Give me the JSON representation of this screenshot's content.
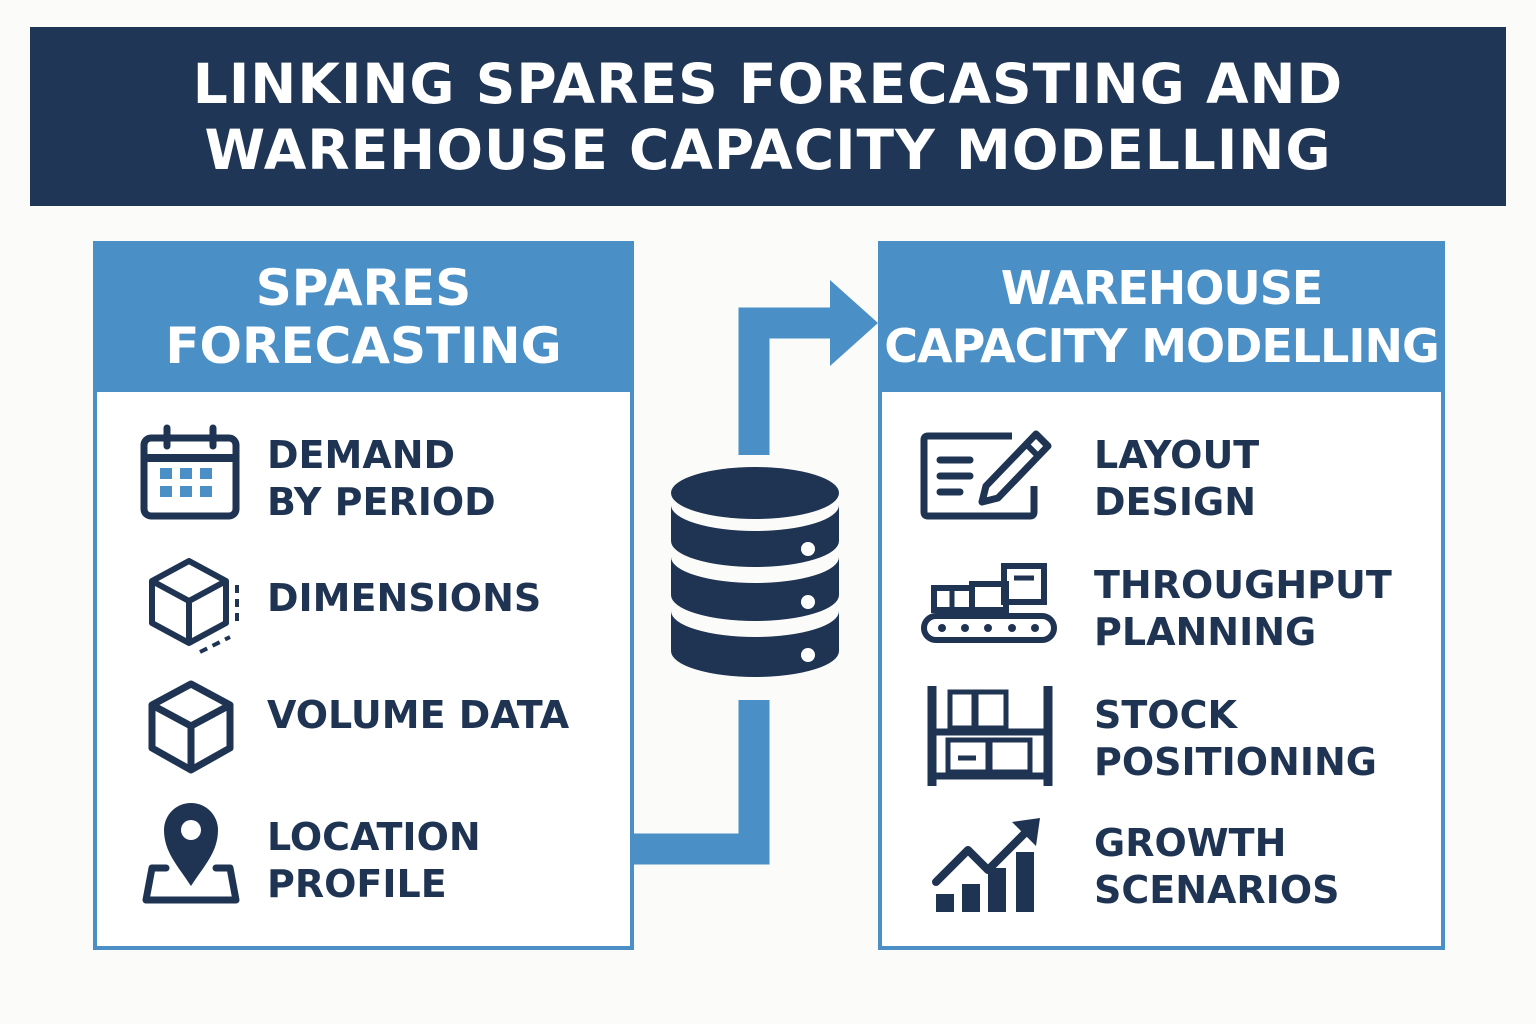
{
  "title": {
    "line1": "LINKING SPARES FORECASTING AND",
    "line2": "WAREHOUSE CAPACITY MODELLING"
  },
  "left_panel": {
    "heading_line1": "SPARES",
    "heading_line2": "FORECASTING",
    "items": [
      {
        "icon": "calendar-icon",
        "line1": "DEMAND",
        "line2": "BY PERIOD"
      },
      {
        "icon": "dimensions-cube-icon",
        "line1": "DIMENSIONS",
        "line2": ""
      },
      {
        "icon": "cube-icon",
        "line1": "VOLUME DATA",
        "line2": ""
      },
      {
        "icon": "location-pin-icon",
        "line1": "LOCATION",
        "line2": "PROFILE"
      }
    ]
  },
  "right_panel": {
    "heading_line1": "WAREHOUSE",
    "heading_line2": "CAPACITY MODELLING",
    "items": [
      {
        "icon": "layout-design-icon",
        "line1": "LAYOUT",
        "line2": "DESIGN"
      },
      {
        "icon": "conveyor-icon",
        "line1": "THROUGHPUT",
        "line2": "PLANNING"
      },
      {
        "icon": "shelving-icon",
        "line1": "STOCK",
        "line2": "POSITIONING"
      },
      {
        "icon": "growth-chart-icon",
        "line1": "GROWTH",
        "line2": "SCENARIOS"
      }
    ]
  },
  "center": {
    "icon": "database-icon"
  },
  "colors": {
    "navy": "#203656",
    "accent_blue": "#4a90c7",
    "text_dark": "#1f3352",
    "background": "#fbfbf9"
  }
}
